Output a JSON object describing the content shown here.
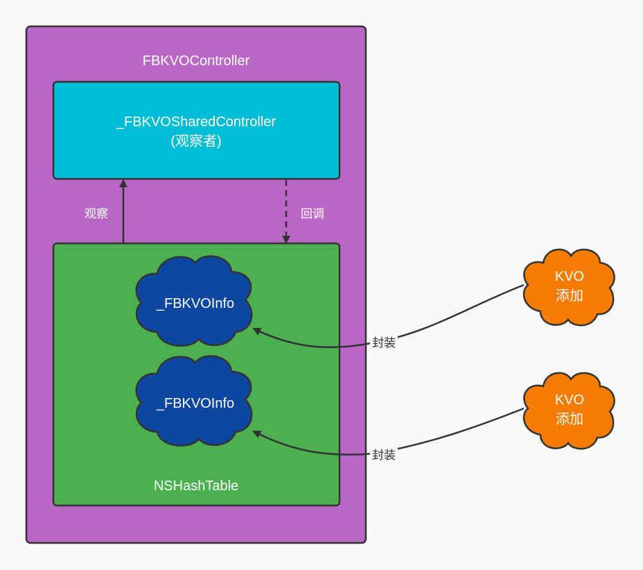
{
  "diagram": {
    "outer": {
      "label": "FBKVOController",
      "color": "#b968c7"
    },
    "shared_controller": {
      "line1": "_FBKVOSharedController",
      "line2": "(观察者)",
      "color": "#00bcd4"
    },
    "hash_table": {
      "label": "NSHashTable",
      "color": "#4caf50"
    },
    "info_nodes": [
      {
        "label": "_FBKVOInfo",
        "color": "#0d47a1"
      },
      {
        "label": "_FBKVOInfo",
        "color": "#0d47a1"
      }
    ],
    "kvo_nodes": [
      {
        "line1": "KVO",
        "line2": "添加",
        "color": "#f57c00"
      },
      {
        "line1": "KVO",
        "line2": "添加",
        "color": "#f57c00"
      }
    ],
    "edges": {
      "observe": "观察",
      "callback": "回调",
      "wrap1": "封装",
      "wrap2": "封装"
    },
    "stroke_color": "#333333"
  }
}
